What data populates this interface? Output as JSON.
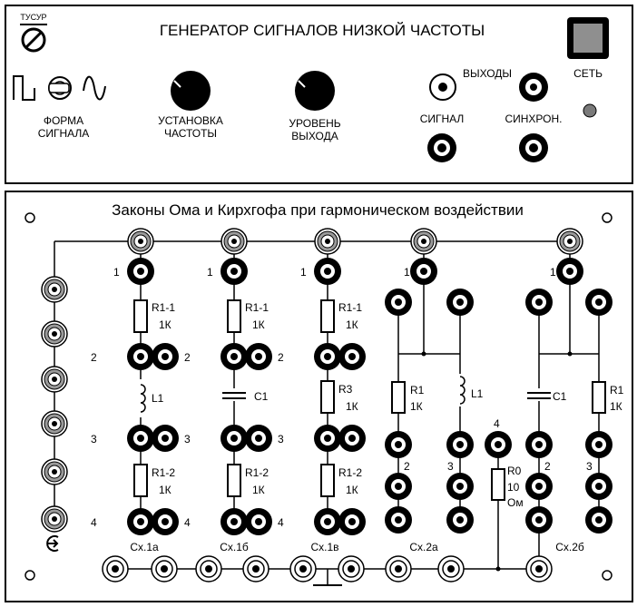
{
  "top_panel": {
    "logo": "ТУСУР",
    "title": "ГЕНЕРАТОР СИГНАЛОВ НИЗКОЙ ЧАСТОТЫ",
    "waveform_label_1": "ФОРМА",
    "waveform_label_2": "СИГНАЛА",
    "freq_label_1": "УСТАНОВКА",
    "freq_label_2": "ЧАСТОТЫ",
    "level_label_1": "УРОВЕНЬ",
    "level_label_2": "ВЫХОДА",
    "outputs_label": "ВЫХОДЫ",
    "signal_label": "СИГНАЛ",
    "sync_label": "СИНХРОН.",
    "power_label": "СЕТЬ"
  },
  "bottom_panel": {
    "title": "Законы Ома и Кирхгофа при гармоническом воздействии",
    "node_labels": {
      "n1": "1",
      "n2": "2",
      "n3": "3",
      "n4": "4"
    },
    "components": {
      "r11": "R1-1",
      "r12": "R1-2",
      "k1": "1К",
      "l1": "L1",
      "c1": "C1",
      "r3": "R3",
      "r1": "R1",
      "r0": "R0",
      "r0_val1": "10",
      "r0_val2": "Ом"
    },
    "schemes": [
      "Сх.1а",
      "Сх.1б",
      "Сх.1в",
      "Сх.2а",
      "Сх.2б"
    ]
  },
  "colors": {
    "panel_bg": "#ffffff",
    "ink": "#000000",
    "jack_grey": "#9a9a9a",
    "power_button": "#8f8f8f",
    "led": "#7a7a7a"
  }
}
